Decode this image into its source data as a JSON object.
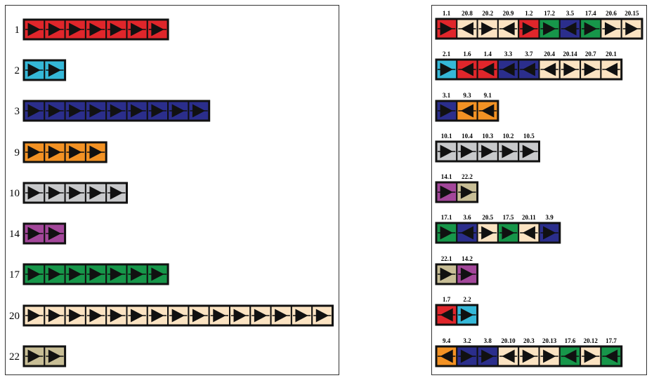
{
  "colors": {
    "1": "#e0262b",
    "2": "#35b8d8",
    "3": "#2b2e8c",
    "9": "#f39224",
    "10": "#c8c9cb",
    "14": "#a3479a",
    "17": "#17964a",
    "20": "#fbe3c2",
    "22": "#c8be96"
  },
  "left_panel": {
    "rows": [
      {
        "label": "1",
        "count": 7,
        "dir": "right"
      },
      {
        "label": "2",
        "count": 2,
        "dir": "right"
      },
      {
        "label": "3",
        "count": 9,
        "dir": "right"
      },
      {
        "label": "9",
        "count": 4,
        "dir": "right"
      },
      {
        "label": "10",
        "count": 5,
        "dir": "right"
      },
      {
        "label": "14",
        "count": 2,
        "dir": "right"
      },
      {
        "label": "17",
        "count": 7,
        "dir": "right"
      },
      {
        "label": "20",
        "count": 15,
        "dir": "right"
      },
      {
        "label": "22",
        "count": 2,
        "dir": "right"
      }
    ]
  },
  "right_panel": {
    "chains": [
      [
        {
          "id": "1.1",
          "group": "1",
          "dir": "right"
        },
        {
          "id": "20.8",
          "group": "20",
          "dir": "left"
        },
        {
          "id": "20.2",
          "group": "20",
          "dir": "right"
        },
        {
          "id": "20.9",
          "group": "20",
          "dir": "left"
        },
        {
          "id": "1.2",
          "group": "1",
          "dir": "right"
        },
        {
          "id": "17.2",
          "group": "17",
          "dir": "right"
        },
        {
          "id": "3.5",
          "group": "3",
          "dir": "left"
        },
        {
          "id": "17.4",
          "group": "17",
          "dir": "right"
        },
        {
          "id": "20.6",
          "group": "20",
          "dir": "right"
        },
        {
          "id": "20.15",
          "group": "20",
          "dir": "right"
        }
      ],
      [
        {
          "id": "2.1",
          "group": "2",
          "dir": "right"
        },
        {
          "id": "1.6",
          "group": "1",
          "dir": "left"
        },
        {
          "id": "1.4",
          "group": "1",
          "dir": "left"
        },
        {
          "id": "3.3",
          "group": "3",
          "dir": "left"
        },
        {
          "id": "3.7",
          "group": "3",
          "dir": "left"
        },
        {
          "id": "20.4",
          "group": "20",
          "dir": "left"
        },
        {
          "id": "20.14",
          "group": "20",
          "dir": "right"
        },
        {
          "id": "20.7",
          "group": "20",
          "dir": "right"
        },
        {
          "id": "20.1",
          "group": "20",
          "dir": "left"
        }
      ],
      [
        {
          "id": "3.1",
          "group": "3",
          "dir": "right"
        },
        {
          "id": "9.3",
          "group": "9",
          "dir": "left"
        },
        {
          "id": "9.1",
          "group": "9",
          "dir": "left"
        }
      ],
      [
        {
          "id": "10.1",
          "group": "10",
          "dir": "right"
        },
        {
          "id": "10.4",
          "group": "10",
          "dir": "right"
        },
        {
          "id": "10.3",
          "group": "10",
          "dir": "right"
        },
        {
          "id": "10.2",
          "group": "10",
          "dir": "right"
        },
        {
          "id": "10.5",
          "group": "10",
          "dir": "right"
        }
      ],
      [
        {
          "id": "14.1",
          "group": "14",
          "dir": "right"
        },
        {
          "id": "22.2",
          "group": "22",
          "dir": "right"
        }
      ],
      [
        {
          "id": "17.1",
          "group": "17",
          "dir": "right"
        },
        {
          "id": "3.6",
          "group": "3",
          "dir": "left"
        },
        {
          "id": "20.5",
          "group": "20",
          "dir": "right"
        },
        {
          "id": "17.5",
          "group": "17",
          "dir": "right"
        },
        {
          "id": "20.11",
          "group": "20",
          "dir": "left"
        },
        {
          "id": "3.9",
          "group": "3",
          "dir": "right"
        }
      ],
      [
        {
          "id": "22.1",
          "group": "22",
          "dir": "right"
        },
        {
          "id": "14.2",
          "group": "14",
          "dir": "right"
        }
      ],
      [
        {
          "id": "1.7",
          "group": "1",
          "dir": "left"
        },
        {
          "id": "2.2",
          "group": "2",
          "dir": "right"
        }
      ],
      [
        {
          "id": "9.4",
          "group": "9",
          "dir": "left"
        },
        {
          "id": "3.2",
          "group": "3",
          "dir": "right"
        },
        {
          "id": "3.8",
          "group": "3",
          "dir": "right"
        },
        {
          "id": "20.10",
          "group": "20",
          "dir": "left"
        },
        {
          "id": "20.3",
          "group": "20",
          "dir": "right"
        },
        {
          "id": "20.13",
          "group": "20",
          "dir": "right"
        },
        {
          "id": "17.6",
          "group": "17",
          "dir": "left"
        },
        {
          "id": "20.12",
          "group": "20",
          "dir": "right"
        },
        {
          "id": "17.7",
          "group": "17",
          "dir": "left"
        }
      ]
    ]
  }
}
